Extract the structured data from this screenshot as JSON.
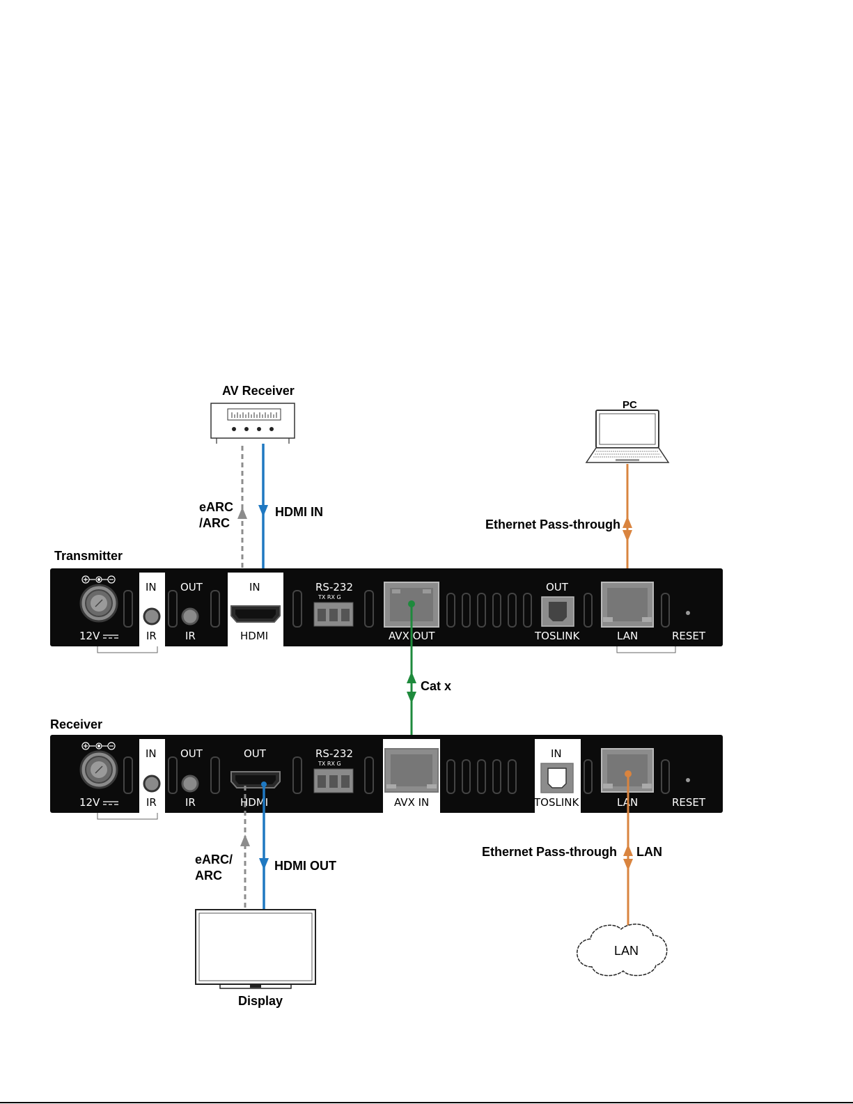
{
  "labels": {
    "av_receiver": "AV Receiver",
    "pc": "PC",
    "transmitter": "Transmitter",
    "receiver": "Receiver",
    "earc_top_1": "eARC",
    "earc_top_2": "/ARC",
    "hdmi_in": "HDMI IN",
    "ethernet_top": "Ethernet Pass-through",
    "cat_x": "Cat x",
    "earc_bottom_1": "eARC/",
    "earc_bottom_2": "ARC",
    "hdmi_out": "HDMI OUT",
    "ethernet_bottom": "Ethernet Pass-through",
    "lan_link": "LAN",
    "lan_cloud": "LAN",
    "display": "Display"
  },
  "transmitter_panel": {
    "power": "12V",
    "ir_in_top": "IN",
    "ir_in_bottom": "IR",
    "ir_out_top": "OUT",
    "ir_out_bottom": "IR",
    "hdmi_top": "IN",
    "hdmi_bottom": "HDMI",
    "rs232": "RS-232",
    "rs232_pins": "TX RX G",
    "avx": "AVX OUT",
    "toslink_top": "OUT",
    "toslink_bottom": "TOSLINK",
    "lan": "LAN",
    "reset": "RESET"
  },
  "receiver_panel": {
    "power": "12V",
    "ir_in_top": "IN",
    "ir_in_bottom": "IR",
    "ir_out_top": "OUT",
    "ir_out_bottom": "IR",
    "hdmi_top": "OUT",
    "hdmi_bottom": "HDMI",
    "rs232": "RS-232",
    "rs232_pins": "TX RX G",
    "avx": "AVX IN",
    "toslink_top": "IN",
    "toslink_bottom": "TOSLINK",
    "lan": "LAN",
    "reset": "RESET"
  },
  "colors": {
    "hdmi_line": "#1f78c1",
    "ethernet_line": "#d9843f",
    "catx_line": "#1e8a3c",
    "earc_line": "#8c8c8c",
    "panel": "#0b0b0b"
  }
}
